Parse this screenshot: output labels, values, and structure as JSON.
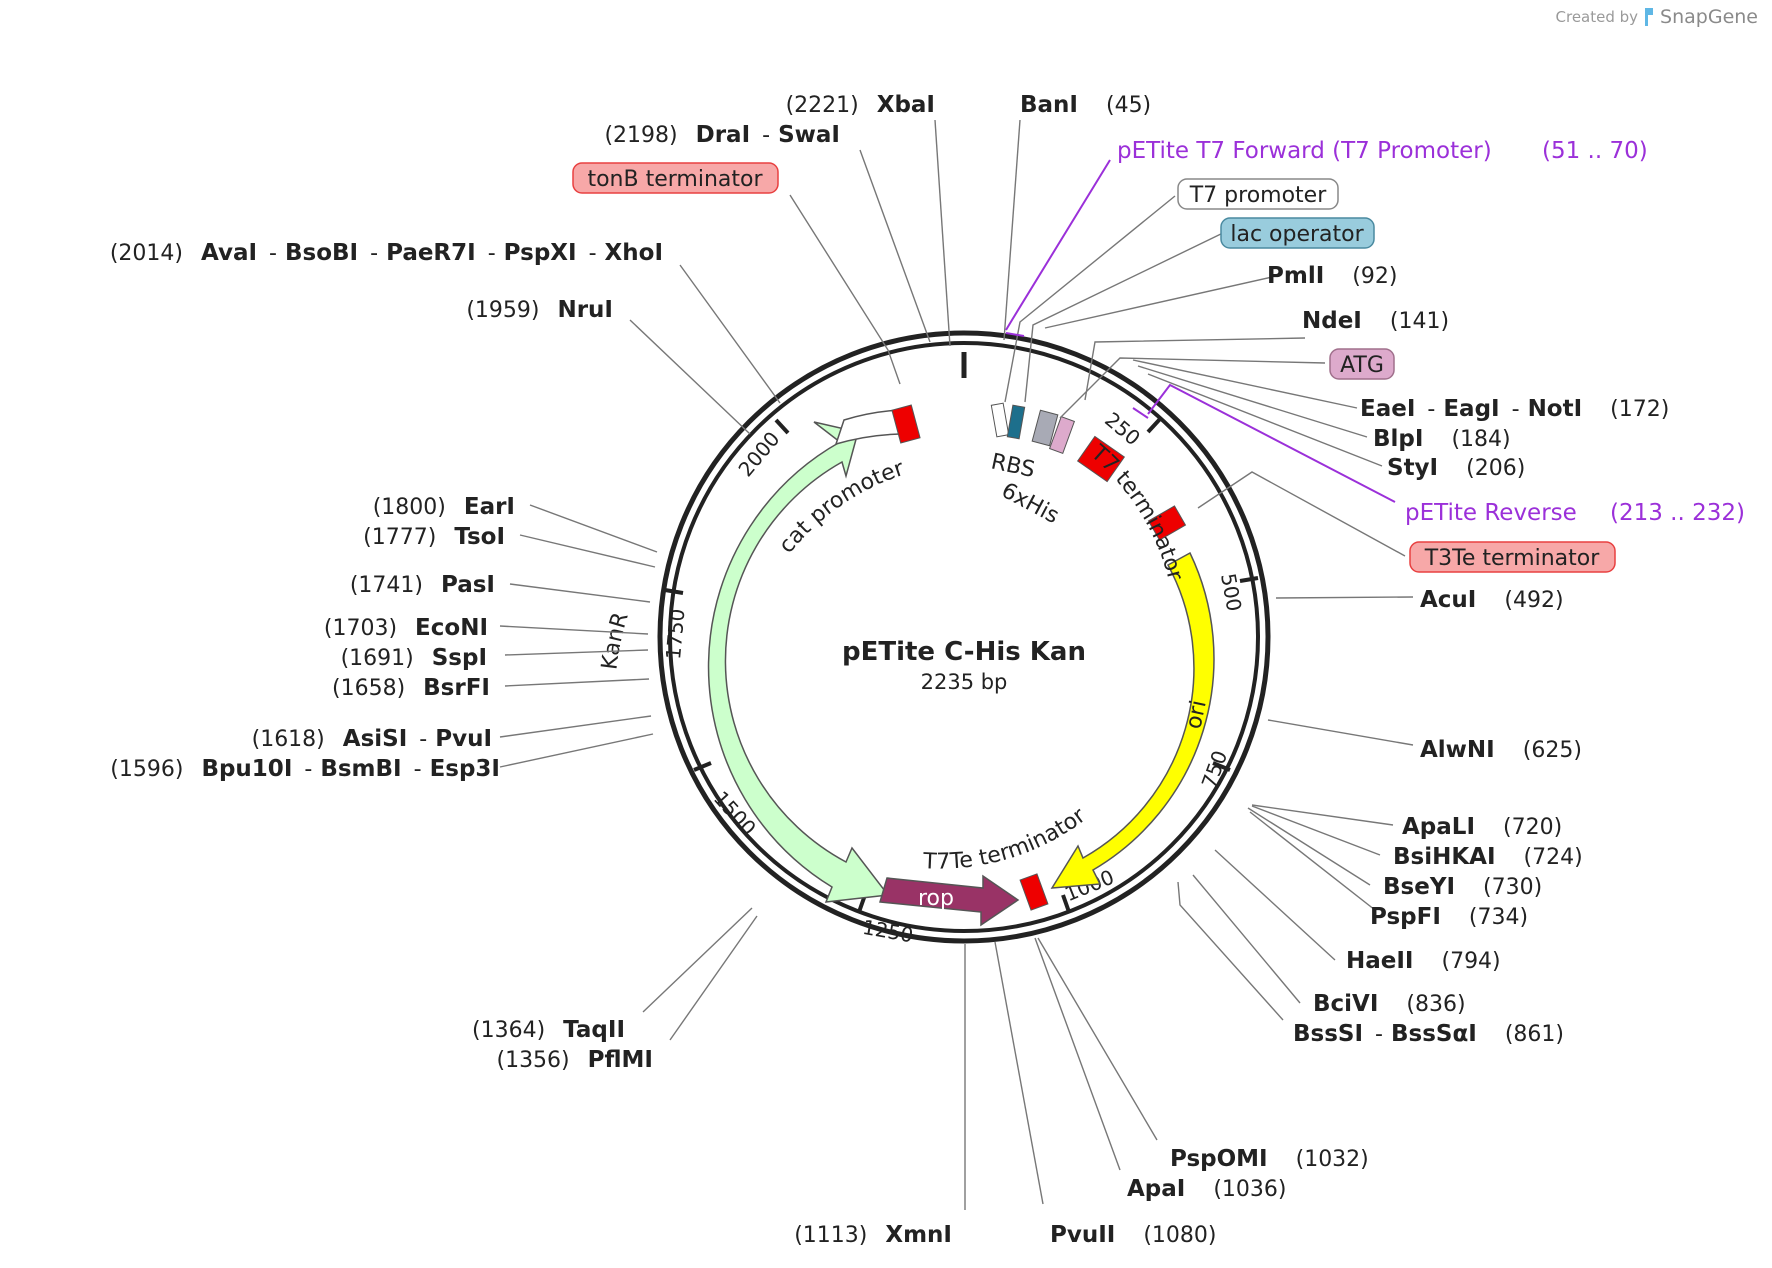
{
  "credit": {
    "prefix": "Created by",
    "brand": "SnapGene"
  },
  "plasmid": {
    "name": "pETite C-His Kan",
    "size_label": "2235 bp",
    "length": 2235
  },
  "colors": {
    "primer": "#9b30d9",
    "red": "#ee0000",
    "kanR": "#ccffcc",
    "ori": "#ffff00",
    "rop": "#993366",
    "lac": "#99ccdd",
    "atg": "#ddaacc",
    "rbs": "#1d6f8c",
    "his": "#a8aab5"
  },
  "ruler_ticks": [
    "250",
    "500",
    "750",
    "1000",
    "1250",
    "1500",
    "1750",
    "2000"
  ],
  "feature_labels": [
    {
      "id": "rbs",
      "text": "RBS"
    },
    {
      "id": "his",
      "text": "6xHis"
    },
    {
      "id": "t7term",
      "text": "T7 terminator"
    },
    {
      "id": "ori",
      "text": "ori"
    },
    {
      "id": "t7te",
      "text": "T7Te terminator"
    },
    {
      "id": "rop",
      "text": "rop"
    },
    {
      "id": "kanr",
      "text": "KanR"
    },
    {
      "id": "cat",
      "text": "cat promoter"
    }
  ],
  "boxed_features": [
    {
      "id": "tonb",
      "text": "tonB terminator"
    },
    {
      "id": "t7prom",
      "text": "T7 promoter"
    },
    {
      "id": "lacop",
      "text": "lac operator"
    },
    {
      "id": "atg",
      "text": "ATG"
    },
    {
      "id": "t3te",
      "text": "T3Te terminator"
    }
  ],
  "primers": [
    {
      "id": "fwd",
      "name": "pETite T7 Forward (T7 Promoter)",
      "range": "(51 .. 70)"
    },
    {
      "id": "rev",
      "name": "pETite Reverse",
      "range": "(213 .. 232)"
    }
  ],
  "sites": [
    {
      "id": "xbai",
      "pos": "(2221)",
      "names": [
        "XbaI"
      ]
    },
    {
      "id": "drai",
      "pos": "(2198)",
      "names": [
        "DraI",
        "SwaI"
      ]
    },
    {
      "id": "aval",
      "pos": "(2014)",
      "names": [
        "AvaI",
        "BsoBI",
        "PaeR7I",
        "PspXI",
        "XhoI"
      ]
    },
    {
      "id": "nrui",
      "pos": "(1959)",
      "names": [
        "NruI"
      ]
    },
    {
      "id": "eari",
      "pos": "(1800)",
      "names": [
        "EarI"
      ]
    },
    {
      "id": "tsoi",
      "pos": "(1777)",
      "names": [
        "TsoI"
      ]
    },
    {
      "id": "pasi",
      "pos": "(1741)",
      "names": [
        "PasI"
      ]
    },
    {
      "id": "econi",
      "pos": "(1703)",
      "names": [
        "EcoNI"
      ]
    },
    {
      "id": "sspi",
      "pos": "(1691)",
      "names": [
        "SspI"
      ]
    },
    {
      "id": "bsrfi",
      "pos": "(1658)",
      "names": [
        "BsrFI"
      ]
    },
    {
      "id": "asisi",
      "pos": "(1618)",
      "names": [
        "AsiSI",
        "PvuI"
      ]
    },
    {
      "id": "bpu10i",
      "pos": "(1596)",
      "names": [
        "Bpu10I",
        "BsmBI",
        "Esp3I"
      ]
    },
    {
      "id": "taqii",
      "pos": "(1364)",
      "names": [
        "TaqII"
      ]
    },
    {
      "id": "pflmi",
      "pos": "(1356)",
      "names": [
        "PflMI"
      ]
    },
    {
      "id": "xmni",
      "pos": "(1113)",
      "names": [
        "XmnI"
      ]
    },
    {
      "id": "bani",
      "pos": "(45)",
      "names": [
        "BanI"
      ]
    },
    {
      "id": "pmli",
      "pos": "(92)",
      "names": [
        "PmlI"
      ]
    },
    {
      "id": "ndei",
      "pos": "(141)",
      "names": [
        "NdeI"
      ]
    },
    {
      "id": "eaei",
      "pos": "(172)",
      "names": [
        "EaeI",
        "EagI",
        "NotI"
      ]
    },
    {
      "id": "blpi",
      "pos": "(184)",
      "names": [
        "BlpI"
      ]
    },
    {
      "id": "styi",
      "pos": "(206)",
      "names": [
        "StyI"
      ]
    },
    {
      "id": "acui",
      "pos": "(492)",
      "names": [
        "AcuI"
      ]
    },
    {
      "id": "alwni",
      "pos": "(625)",
      "names": [
        "AlwNI"
      ]
    },
    {
      "id": "apali",
      "pos": "(720)",
      "names": [
        "ApaLI"
      ]
    },
    {
      "id": "bsihkai",
      "pos": "(724)",
      "names": [
        "BsiHKAI"
      ]
    },
    {
      "id": "bseyi",
      "pos": "(730)",
      "names": [
        "BseYI"
      ]
    },
    {
      "id": "pspfi",
      "pos": "(734)",
      "names": [
        "PspFI"
      ]
    },
    {
      "id": "haeii",
      "pos": "(794)",
      "names": [
        "HaeII"
      ]
    },
    {
      "id": "bcivi",
      "pos": "(836)",
      "names": [
        "BciVI"
      ]
    },
    {
      "id": "bsssi",
      "pos": "(861)",
      "names": [
        "BssSI",
        "BssSαI"
      ]
    },
    {
      "id": "pspomi",
      "pos": "(1032)",
      "names": [
        "PspOMI"
      ]
    },
    {
      "id": "apai",
      "pos": "(1036)",
      "names": [
        "ApaI"
      ]
    },
    {
      "id": "pvuii",
      "pos": "(1080)",
      "names": [
        "PvuII"
      ]
    }
  ]
}
